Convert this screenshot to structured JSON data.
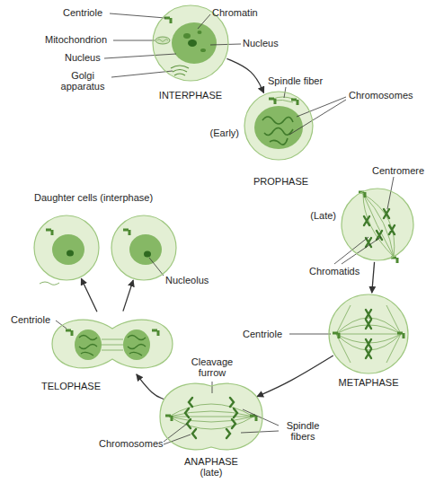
{
  "diagram": {
    "nodes": [
      {
        "text": [
          "INTERPHASE"
        ]
      },
      {
        "text": [
          "(Early)"
        ]
      },
      {
        "text": [
          "(Late)"
        ]
      },
      {
        "text": [
          "METAPHASE"
        ]
      },
      {
        "text": [
          "ANAPHASE (late)"
        ]
      },
      {
        "text": [
          "TELOPHASE"
        ]
      },
      {
        "text": [
          "Daughter cells (interphase)"
        ]
      },
      {
        "text": [
          "Nucleolus"
        ]
      }
    ],
    "edges": [
      {
        "from": 0,
        "to": 1,
        "arrow": "to"
      },
      {
        "from": 2,
        "to": 3,
        "arrow": "to"
      },
      {
        "from": 3,
        "to": 4,
        "arrow": "to"
      },
      {
        "from": 4,
        "to": 5,
        "arrow": "to"
      },
      {
        "from": 5,
        "to": 6,
        "arrow": "to"
      },
      {
        "from": 5,
        "to": 7,
        "arrow": "to"
      }
    ],
    "labels": [
      "Centriole",
      "Chromatin",
      "Mitochondrion",
      "Nucleus",
      "Nucleus",
      "Golgi apparatus",
      "Spindle fiber",
      "Chromosomes",
      "PROPHASE",
      "Centromere",
      "Chromatids",
      "Centriole",
      "Cleavage furrow",
      "Spindle fibers",
      "Chromosomes",
      "Centriole"
    ]
  }
}
